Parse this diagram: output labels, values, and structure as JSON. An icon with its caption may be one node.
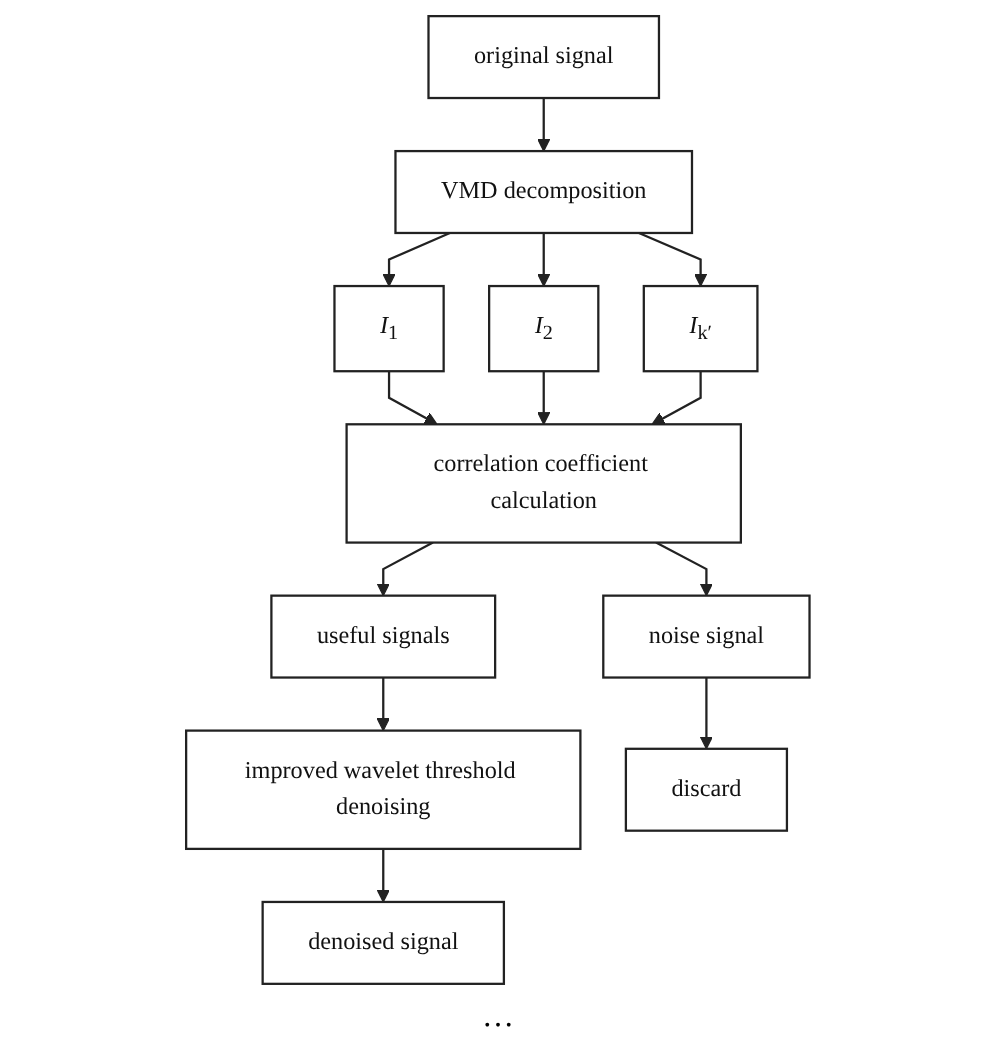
{
  "diagram": {
    "nodes": [
      {
        "text": [
          "original signal"
        ]
      },
      {
        "text": [
          "VMD decomposition"
        ]
      },
      {
        "text": [
          "*I*$_{1}$"
        ]
      },
      {
        "text": [
          "*I*$_{2}$"
        ]
      },
      {
        "text": [
          "*I*$_{k′}$"
        ]
      },
      {
        "text": [
          "correlation coefficient calculation"
        ]
      },
      {
        "text": [
          "useful signals"
        ]
      },
      {
        "text": [
          "noise signal"
        ]
      },
      {
        "text": [
          "improved wavelet threshold denoising"
        ]
      },
      {
        "text": [
          "discard"
        ]
      },
      {
        "text": [
          "denoised signal"
        ]
      }
    ],
    "edges": [
      {
        "from": 0,
        "to": 1,
        "arrow": "to"
      },
      {
        "from": 1,
        "to": 2,
        "arrow": "to"
      },
      {
        "from": 1,
        "to": 3,
        "arrow": "to"
      },
      {
        "from": 1,
        "to": 4,
        "arrow": "to"
      },
      {
        "from": 2,
        "to": 5,
        "arrow": "to"
      },
      {
        "from": 3,
        "to": 5,
        "arrow": "to"
      },
      {
        "from": 4,
        "to": 5,
        "arrow": "to"
      },
      {
        "from": 5,
        "to": 6,
        "arrow": "to"
      },
      {
        "from": 5,
        "to": 7,
        "arrow": "to"
      },
      {
        "from": 6,
        "to": 8,
        "arrow": "to"
      },
      {
        "from": 7,
        "to": 9,
        "arrow": "to"
      },
      {
        "from": 8,
        "to": 10,
        "arrow": "to"
      }
    ],
    "labels": [
      "…"
    ]
  }
}
